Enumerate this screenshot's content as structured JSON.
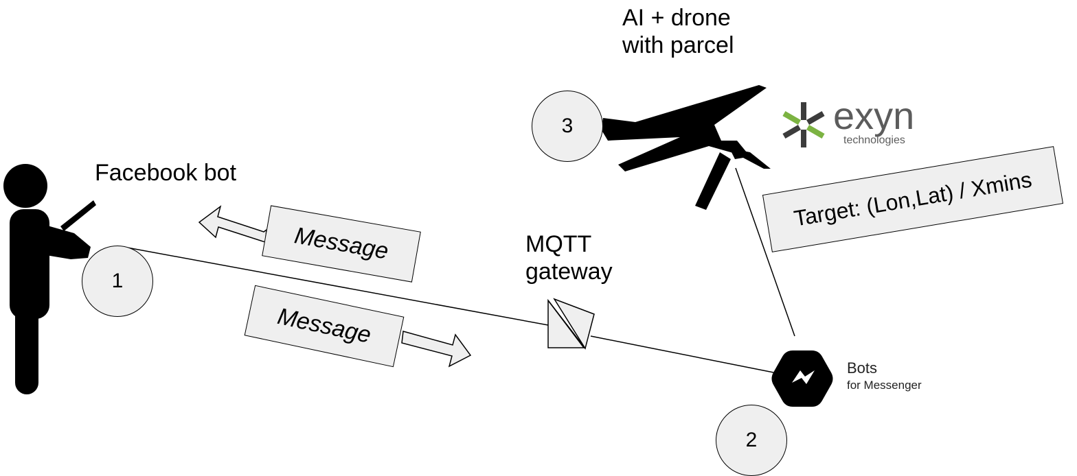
{
  "labels": {
    "facebook_bot": "Facebook bot",
    "mqtt_gateway": "MQTT\ngateway",
    "drone": "AI + drone\nwith parcel"
  },
  "messages": {
    "outgoing": "Message",
    "incoming": "Message"
  },
  "target_box": "Target: (Lon,Lat) / Xmins",
  "steps": [
    "1",
    "2",
    "3"
  ],
  "exyn": {
    "name": "exyn",
    "tagline": "technologies",
    "accent": "#7cb342",
    "dark": "#3c3c3c",
    "text_color": "#5c5c5c"
  },
  "bots": {
    "title": "Bots",
    "subtitle": "for Messenger"
  },
  "icons": [
    "person-icon",
    "drone-icon",
    "messenger-bolt-icon",
    "exyn-logo-icon",
    "gateway-prism-icon"
  ]
}
